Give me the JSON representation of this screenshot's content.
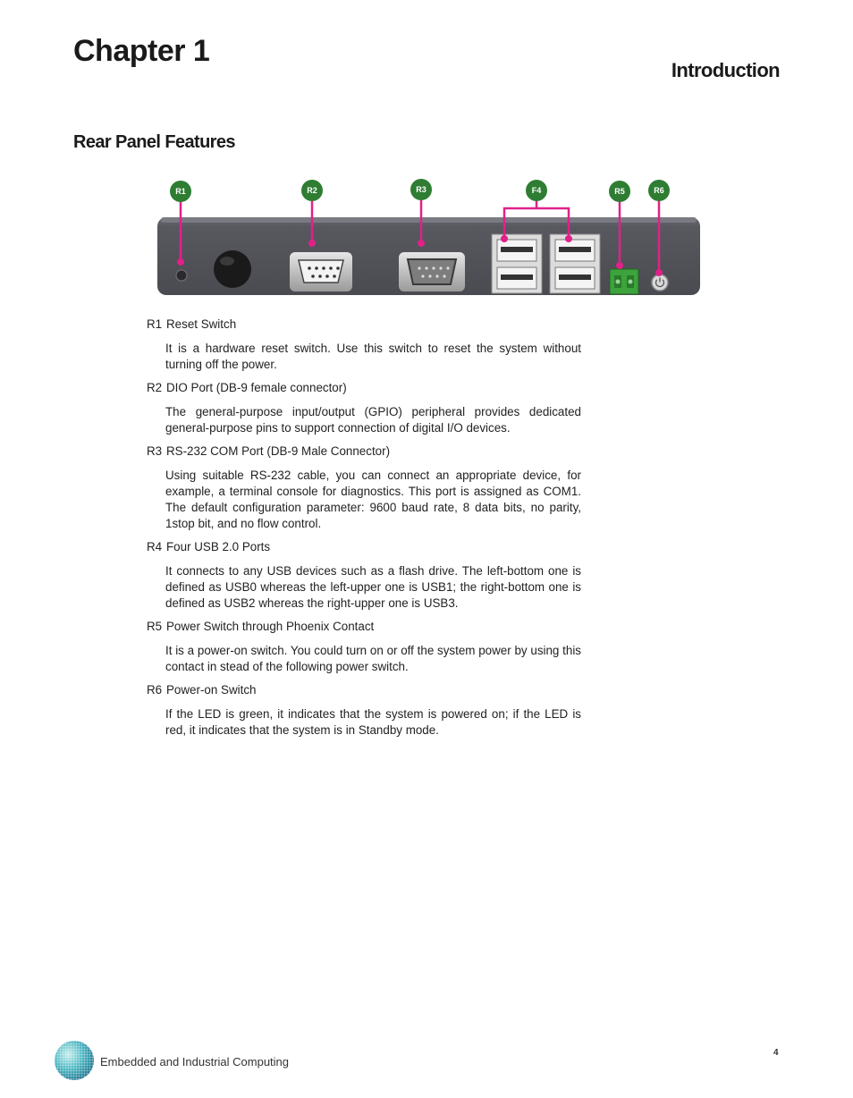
{
  "header": {
    "chapter": "Chapter 1",
    "title": "Introduction"
  },
  "section_title": "Rear Panel Features",
  "figure": {
    "labels": [
      "R1",
      "R2",
      "R3",
      "F4",
      "R5",
      "R6"
    ],
    "colors": {
      "badge": "#2e7d32",
      "pointer": "#e0218a",
      "panel": "#55555d",
      "terminal": "#3da33d"
    }
  },
  "features": [
    {
      "code": "R1",
      "name": "Reset Switch",
      "description": "It is a hardware reset switch. Use this switch to reset the system without turning off the power."
    },
    {
      "code": "R2",
      "name": "DIO Port (DB-9 female connector)",
      "description": "The general-purpose input/output (GPIO) peripheral provides dedicated general-purpose pins to support connection of digital I/O devices."
    },
    {
      "code": "R3",
      "name": "RS-232 COM Port (DB-9 Male Connector)",
      "description": "Using suitable RS-232 cable, you can connect an appropriate device, for example, a terminal console for diagnostics. This port is assigned as COM1. The default configuration parameter:  9600 baud rate, 8 data bits, no parity, 1stop bit, and no flow control."
    },
    {
      "code": "R4",
      "name": "Four USB 2.0 Ports",
      "description": "It connects to any USB devices such as a flash drive. The left-bottom one is defined as USB0 whereas the left-upper one is USB1; the right-bottom one is defined as USB2 whereas the right-upper one is USB3."
    },
    {
      "code": "R5",
      "name": "Power Switch through Phoenix Contact",
      "description": "It is a power-on switch. You could turn on or off the system power by using this contact in stead of the following power switch."
    },
    {
      "code": "R6",
      "name": "Power-on Switch",
      "description": "If the LED is green, it indicates that the system is powered on;  if the LED is red, it indicates that the system is in Standby mode."
    }
  ],
  "footer": {
    "company": "Embedded and Industrial Computing",
    "page": "4"
  }
}
